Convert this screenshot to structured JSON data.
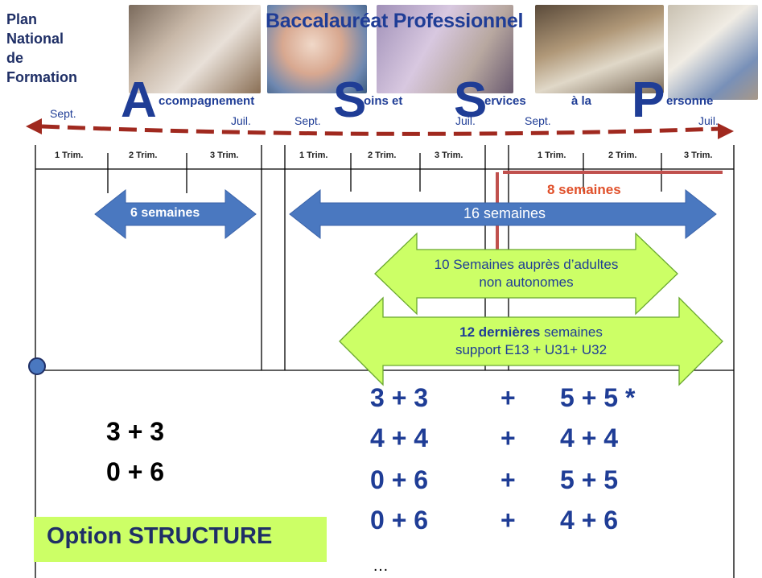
{
  "plan": [
    "Plan",
    "National",
    "de",
    "Formation"
  ],
  "title": "Baccalauréat Professionnel",
  "acronym": {
    "caps": [
      "A",
      "S",
      "S",
      "P"
    ],
    "rest": [
      "ccompagnement",
      "oins  et",
      "ervices",
      "à la",
      "ersonne"
    ]
  },
  "dates": [
    "Sept.",
    "Juil.",
    "Sept.",
    "Juil.",
    "Sept.",
    "Juil."
  ],
  "trimesters": [
    "1 Trim.",
    "2 Trim.",
    "3 Trim.",
    "1 Trim.",
    "2 Trim.",
    "3 Trim.",
    "1 Trim.",
    "2 Trim.",
    "3 Trim."
  ],
  "red_label": "8 semaines",
  "blue_arrow_1": "6 semaines",
  "blue_arrow_2": "16 semaines",
  "green_arrow_1": {
    "line1": "10  Semaines auprès d’adultes",
    "line2": "non autonomes"
  },
  "green_arrow_2": {
    "bold": "12 dernières",
    "line1_rest": "  semaines",
    "line2": "support  E13 + U31+ U32"
  },
  "formulas_left": [
    "3 + 3",
    "0 + 6"
  ],
  "formulas_right": [
    {
      "a": "3  +  3",
      "plus": "+",
      "b": "5 + 5 *"
    },
    {
      "a": "4  +  4",
      "plus": "+",
      "b": "4 + 4"
    },
    {
      "a": "0  +  6",
      "plus": "+",
      "b": "5 + 5"
    },
    {
      "a": "0  + 6",
      "plus": "+",
      "b": "4 + 6"
    }
  ],
  "ellipsis": "…",
  "option": "Option STRUCTURE",
  "colors": {
    "navy": "#1f3d96",
    "blue_arrow": "#4a78c0",
    "green_arrow": "#ccff66",
    "red_line": "#c0504d",
    "red_dash": "#a0291f",
    "red_text": "#e0502a"
  },
  "icons": [
    "photo-nurse",
    "photo-child",
    "photo-elderly",
    "photo-students",
    "photo-care"
  ]
}
